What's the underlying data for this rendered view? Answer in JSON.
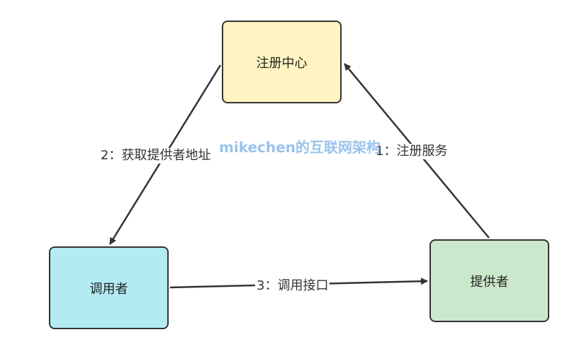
{
  "nodes": {
    "registry": "注册中心",
    "consumer": "调用者",
    "provider": "提供者"
  },
  "edges": {
    "get_address": "2：获取提供者地址",
    "register_service": "1：注册服务",
    "call_interface": "3：调用接口"
  },
  "watermark": "mikechen的互联网架构",
  "colors": {
    "registry_fill": "#fff4c2",
    "consumer_fill": "#b2ebf2",
    "provider_fill": "#cce8cc",
    "stroke": "#333333"
  }
}
